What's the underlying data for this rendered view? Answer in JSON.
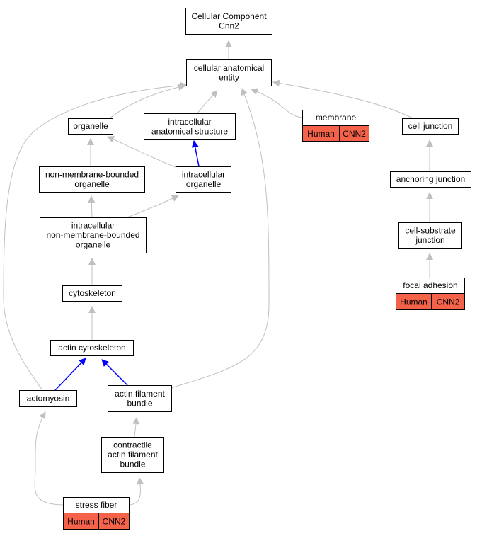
{
  "nodes": [
    {
      "id": "cc",
      "lines": [
        "Cellular Component",
        "Cnn2"
      ]
    },
    {
      "id": "cae",
      "lines": [
        "cellular anatomical",
        "entity"
      ]
    },
    {
      "id": "organelle",
      "lines": [
        "organelle"
      ]
    },
    {
      "id": "ias",
      "lines": [
        "intracellular",
        "anatomical structure"
      ]
    },
    {
      "id": "membrane",
      "lines": [
        "membrane"
      ],
      "tags": [
        "Human",
        "CNN2"
      ]
    },
    {
      "id": "cj",
      "lines": [
        "cell junction"
      ]
    },
    {
      "id": "nmbo",
      "lines": [
        "non-membrane-bounded",
        "organelle"
      ]
    },
    {
      "id": "io",
      "lines": [
        "intracellular",
        "organelle"
      ]
    },
    {
      "id": "aj",
      "lines": [
        "anchoring junction"
      ]
    },
    {
      "id": "inmbo",
      "lines": [
        "intracellular",
        "non-membrane-bounded",
        "organelle"
      ]
    },
    {
      "id": "csj",
      "lines": [
        "cell-substrate",
        "junction"
      ]
    },
    {
      "id": "cyto",
      "lines": [
        "cytoskeleton"
      ]
    },
    {
      "id": "fa",
      "lines": [
        "focal adhesion"
      ],
      "tags": [
        "Human",
        "CNN2"
      ]
    },
    {
      "id": "acyto",
      "lines": [
        "actin cytoskeleton"
      ]
    },
    {
      "id": "actomyosin",
      "lines": [
        "actomyosin"
      ]
    },
    {
      "id": "afb",
      "lines": [
        "actin filament",
        "bundle"
      ]
    },
    {
      "id": "cafb",
      "lines": [
        "contractile",
        "actin filament",
        "bundle"
      ]
    },
    {
      "id": "sf",
      "lines": [
        "stress fiber"
      ],
      "tags": [
        "Human",
        "CNN2"
      ]
    }
  ],
  "edges": [
    {
      "from": "cae",
      "to": "cc",
      "type": "is_a"
    },
    {
      "from": "organelle",
      "to": "cae",
      "type": "is_a"
    },
    {
      "from": "ias",
      "to": "cae",
      "type": "is_a"
    },
    {
      "from": "membrane",
      "to": "cae",
      "type": "is_a"
    },
    {
      "from": "cj",
      "to": "cae",
      "type": "is_a"
    },
    {
      "from": "nmbo",
      "to": "organelle",
      "type": "is_a"
    },
    {
      "from": "io",
      "to": "organelle",
      "type": "is_a"
    },
    {
      "from": "io",
      "to": "ias",
      "type": "part_of"
    },
    {
      "from": "aj",
      "to": "cj",
      "type": "is_a"
    },
    {
      "from": "inmbo",
      "to": "nmbo",
      "type": "is_a"
    },
    {
      "from": "inmbo",
      "to": "io",
      "type": "is_a"
    },
    {
      "from": "csj",
      "to": "aj",
      "type": "is_a"
    },
    {
      "from": "cyto",
      "to": "inmbo",
      "type": "is_a"
    },
    {
      "from": "fa",
      "to": "csj",
      "type": "is_a"
    },
    {
      "from": "acyto",
      "to": "cyto",
      "type": "is_a"
    },
    {
      "from": "actomyosin",
      "to": "acyto",
      "type": "part_of"
    },
    {
      "from": "actomyosin",
      "to": "cae",
      "type": "is_a"
    },
    {
      "from": "afb",
      "to": "acyto",
      "type": "part_of"
    },
    {
      "from": "afb",
      "to": "cae",
      "type": "is_a"
    },
    {
      "from": "cafb",
      "to": "afb",
      "type": "is_a"
    },
    {
      "from": "sf",
      "to": "cafb",
      "type": "is_a"
    },
    {
      "from": "sf",
      "to": "actomyosin",
      "type": "is_a"
    }
  ],
  "colors": {
    "is_a_edge": "#c0c0c0",
    "part_of_edge": "#0000ff",
    "tag_fill": "#f4624a",
    "node_border": "#000000",
    "node_fill": "#ffffff"
  }
}
